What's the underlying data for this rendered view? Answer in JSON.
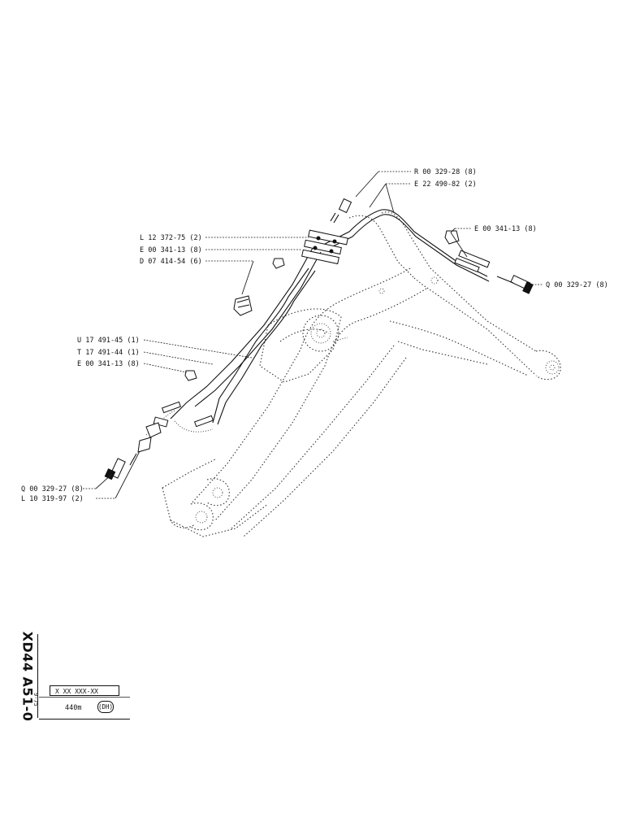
{
  "labels": {
    "r_00_329_28": "R 00 329-28 (8)",
    "e_22_490_82": "E 22 490-82 (2)",
    "l_12_372_75": "L 12 372-75 (2)",
    "e_00_341_13_top": "E 00 341-13 (8)",
    "d_07_414_54": "D 07 414-54 (6)",
    "e_00_341_13_right": "E 00 341-13 (8)",
    "q_00_329_27_right": "Q 00 329-27 (8)",
    "u_17_491_45": "U 17 491-45 (1)",
    "t_17_491_44": "T 17 491-44 (1)",
    "e_00_341_13_mid": "E 00 341-13 (8)",
    "q_00_329_27_left": "Q 00 329-27 (8)",
    "l_10_319_97": "L 10 319-97 (2)"
  },
  "title_block": {
    "code": "XD44 A51-0",
    "date": "9-75",
    "reference": "X XX XXX-XX",
    "model": "440m",
    "variant": "(DH)"
  }
}
